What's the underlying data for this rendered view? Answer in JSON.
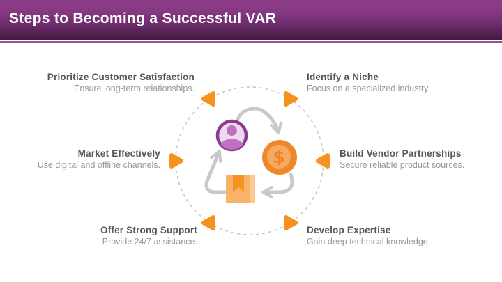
{
  "header": {
    "title": "Steps to Becoming a Successful VAR"
  },
  "diagram": {
    "steps": [
      {
        "position": "top-left",
        "title": "Prioritize Customer Satisfaction",
        "subtitle": "Ensure long-term relationships."
      },
      {
        "position": "top-right",
        "title": "Identify a Niche",
        "subtitle": "Focus on a specialized industry."
      },
      {
        "position": "middle-left",
        "title": "Market Effectively",
        "subtitle": "Use digital and offline channels."
      },
      {
        "position": "middle-right",
        "title": "Build Vendor Partnerships",
        "subtitle": "Secure reliable product sources."
      },
      {
        "position": "bottom-left",
        "title": "Offer Strong Support",
        "subtitle": "Provide 24/7 assistance."
      },
      {
        "position": "bottom-right",
        "title": "Develop Expertise",
        "subtitle": "Gain deep technical knowledge."
      }
    ],
    "coin_symbol": "$",
    "center_icons": [
      "customer-person-icon",
      "dollar-coin-icon",
      "product-box-icon"
    ],
    "colors": {
      "header_purple_top": "#8d3d88",
      "header_purple_bottom": "#3f1a3e",
      "accent_line": "#94519a",
      "orange_triangle": "#f6921e",
      "arrow_gray": "#c9c9c9",
      "dashed_circle_gray": "#c9c9c9",
      "step_title_text": "#55565a",
      "step_subtitle_text": "#96989b",
      "person_ring": "#8c3a8c",
      "person_face": "#efd9f1",
      "person_body": "#c06fc2",
      "coin_outer": "#ee872a",
      "coin_inner": "#f5aa61",
      "box_body": "#f8b269",
      "box_edge": "#fbc98f",
      "box_ribbon": "#f6921e"
    }
  }
}
